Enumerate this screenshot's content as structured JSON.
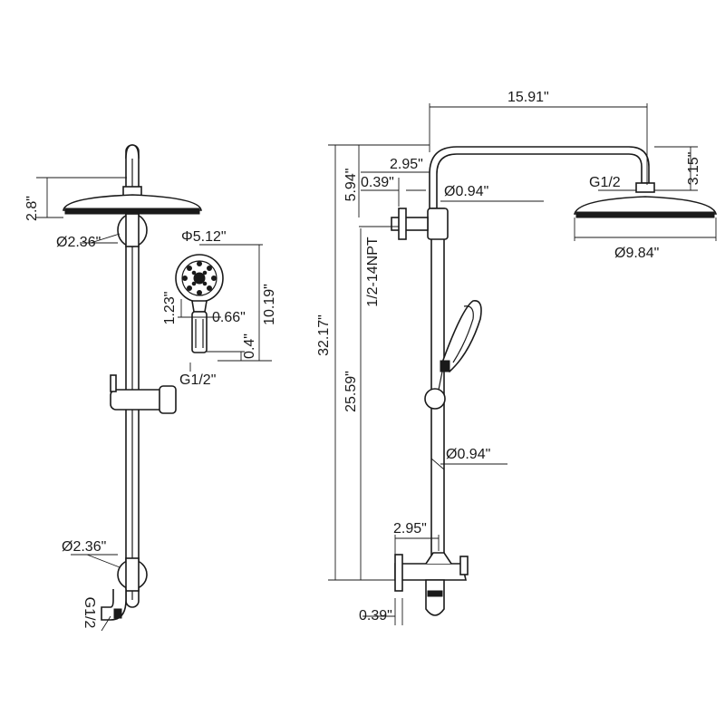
{
  "left_view": {
    "head_height": "2.8\"",
    "upper_flange_diameter": "Ø2.36\"",
    "handheld_diameter": "Φ5.12\"",
    "handheld_neck": "1.23\"",
    "handheld_width": "0.66\"",
    "handheld_length": "10.19\"",
    "handheld_thread_depth": "0.4\"",
    "handheld_thread": "G1/2\"",
    "lower_flange_diameter": "Ø2.36\"",
    "inlet_thread": "G1/2"
  },
  "right_view": {
    "arm_reach": "15.91\"",
    "upper_offset": "2.95\"",
    "drop_depth": "3.15\"",
    "wall_gap": "0.39\"",
    "upper_height": "5.94\"",
    "upper_pipe_diameter": "Ø0.94\"",
    "head_thread": "G1/2",
    "head_diameter": "Ø9.84\"",
    "wall_thread": "1/2-14NPT",
    "total_height": "32.17\"",
    "lower_height": "25.59\"",
    "lower_pipe_diameter": "Ø0.94\"",
    "lower_offset": "2.95\"",
    "bottom_gap": "0.39\""
  },
  "colors": {
    "line": "#1a1a1a",
    "background": "#ffffff"
  }
}
